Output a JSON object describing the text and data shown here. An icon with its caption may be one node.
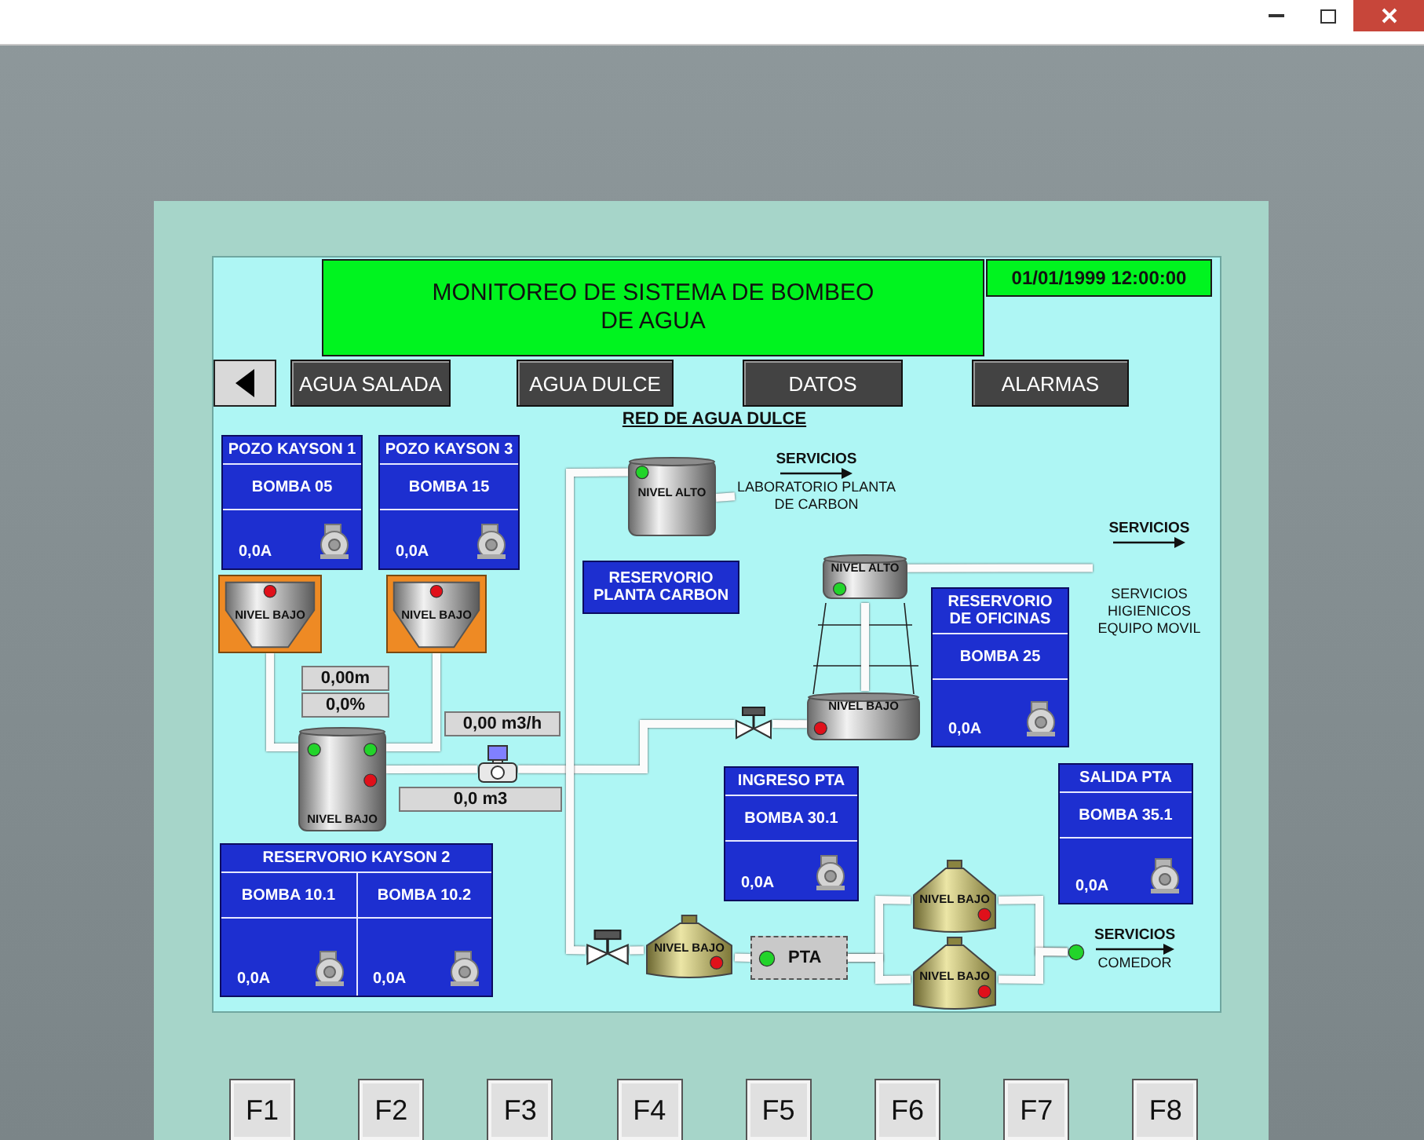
{
  "diagram": {
    "title": "MONITOREO DE SISTEMA DE BOMBEO DE AGUA",
    "nodes": [
      {
        "text": [
          "POZO KAYSON 1",
          "BOMBA 05",
          "0,0A"
        ]
      },
      {
        "text": [
          "POZO KAYSON 3",
          "BOMBA 15",
          "0,0A"
        ]
      },
      {
        "text": [
          "NIVEL BAJO"
        ]
      },
      {
        "text": [
          "NIVEL BAJO"
        ]
      },
      {
        "text": [
          "NIVEL BAJO"
        ]
      },
      {
        "text": [],
        "shape": "picture"
      },
      {
        "text": [
          "NIVEL ALTO"
        ]
      },
      {
        "text": [
          "SERVICIOS",
          "LABORATORIO PLANTA DE CARBON"
        ]
      },
      {
        "text": [
          "RESERVORIO PLANTA CARBON"
        ]
      },
      {
        "text": [],
        "shape": "picture"
      },
      {
        "text": [
          "NIVEL BAJO"
        ]
      },
      {
        "text": [
          "NIVEL ALTO"
        ]
      },
      {
        "text": [
          "SERVICIOS",
          "SERVICIOS HIGIENICOS EQUIPO MOVIL"
        ]
      },
      {
        "text": [
          "RESERVORIO DE OFICINAS",
          "BOMBA 25",
          "0,0A"
        ]
      },
      {
        "text": [
          "INGRESO PTA",
          "BOMBA 30.1",
          "0,0A"
        ]
      },
      {
        "text": [
          "SALIDA PTA",
          "BOMBA 35.1",
          "0,0A"
        ]
      },
      {
        "text": [
          "RESERVORIO KAYSON 2",
          "BOMBA 10.1",
          "BOMBA 10.2",
          "0,0A",
          "0,0A"
        ]
      },
      {
        "text": [],
        "shape": "picture"
      },
      {
        "text": [
          "NIVEL BAJO"
        ]
      },
      {
        "text": [
          "PTA"
        ]
      },
      {
        "text": [
          "NIVEL BAJO"
        ]
      },
      {
        "text": [
          "NIVEL BAJO"
        ]
      },
      {
        "text": [
          "SERVICIOS",
          "COMEDOR"
        ]
      }
    ],
    "edges": [
      {
        "from": 2,
        "to": 4,
        "arrow": "none"
      },
      {
        "from": 3,
        "to": 4,
        "arrow": "none"
      },
      {
        "from": 4,
        "to": 5,
        "arrow": "none"
      },
      {
        "from": 5,
        "to": 9,
        "arrow": "none"
      },
      {
        "from": 9,
        "to": 10,
        "arrow": "none"
      },
      {
        "from": 10,
        "to": 11,
        "arrow": "none"
      },
      {
        "from": 11,
        "to": 12,
        "arrow": "none"
      },
      {
        "from": 6,
        "to": 7,
        "arrow": "none"
      },
      {
        "from": 6,
        "to": 17,
        "arrow": "none"
      },
      {
        "from": 17,
        "to": 18,
        "arrow": "none"
      },
      {
        "from": 18,
        "to": 19,
        "arrow": "none"
      },
      {
        "from": 19,
        "to": 20,
        "arrow": "none"
      },
      {
        "from": 19,
        "to": 21,
        "arrow": "none"
      },
      {
        "from": 20,
        "to": 22,
        "arrow": "none"
      },
      {
        "from": 21,
        "to": 22,
        "arrow": "none"
      }
    ],
    "labels": [
      "01/01/1999 12:00:00",
      "AGUA SALADA",
      "AGUA DULCE",
      "DATOS",
      "ALARMAS",
      "RED DE AGUA DULCE",
      "0,00m",
      "0,0%",
      "0,00 m3/h",
      "0,0 m3",
      "F1",
      "F2",
      "F3",
      "F4",
      "F5",
      "F6",
      "F7",
      "F8"
    ]
  }
}
